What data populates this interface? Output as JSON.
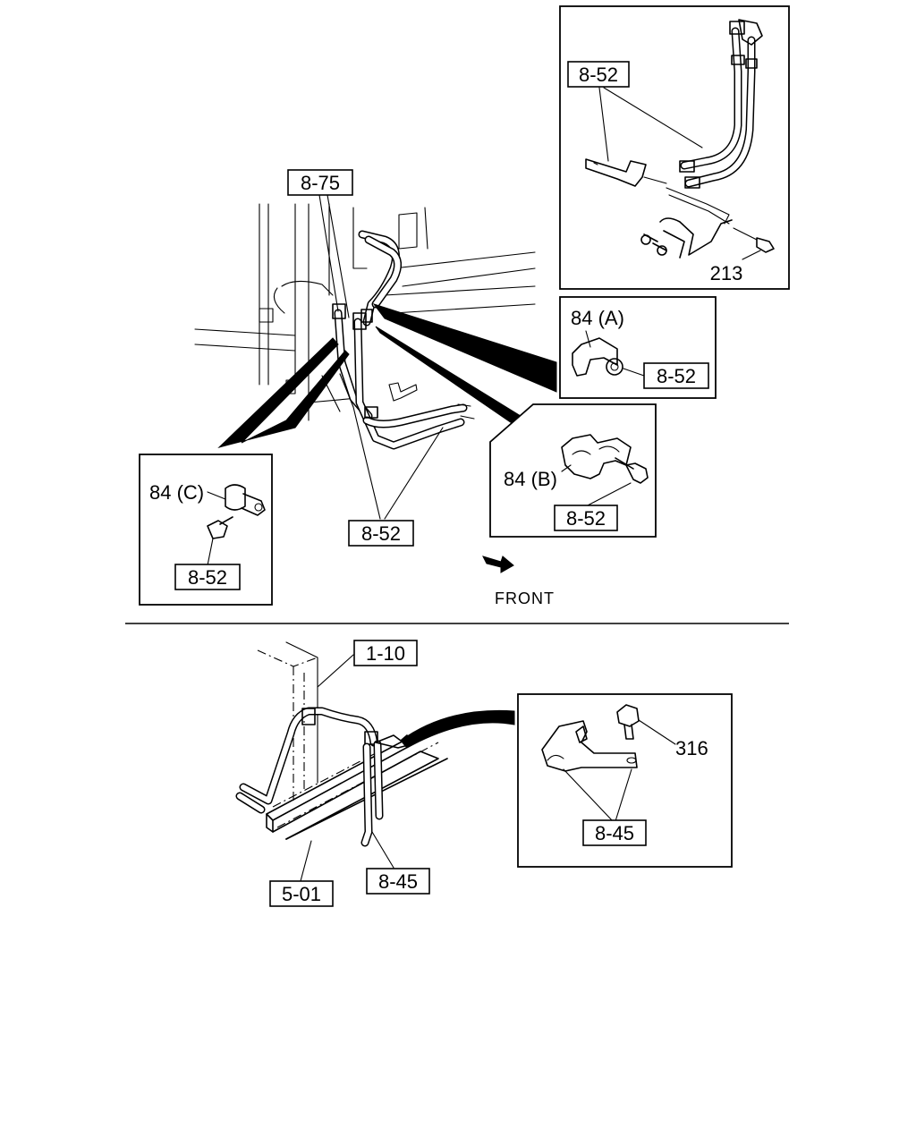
{
  "labels": {
    "ref_8_75": "8-75",
    "ref_8_52_inset_a": "8-52",
    "ref_213": "213",
    "ref_84a": "84 (A)",
    "ref_8_52_clip_a": "8-52",
    "ref_84b": "84 (B)",
    "ref_8_52_clip_b": "8-52",
    "ref_84c": "84 (C)",
    "ref_8_52_clip_c": "8-52",
    "ref_8_52_main": "8-52",
    "front": "FRONT",
    "ref_1_10": "1-10",
    "ref_316": "316",
    "ref_8_45_inset": "8-45",
    "ref_8_45_main": "8-45",
    "ref_5_01": "5-01"
  }
}
